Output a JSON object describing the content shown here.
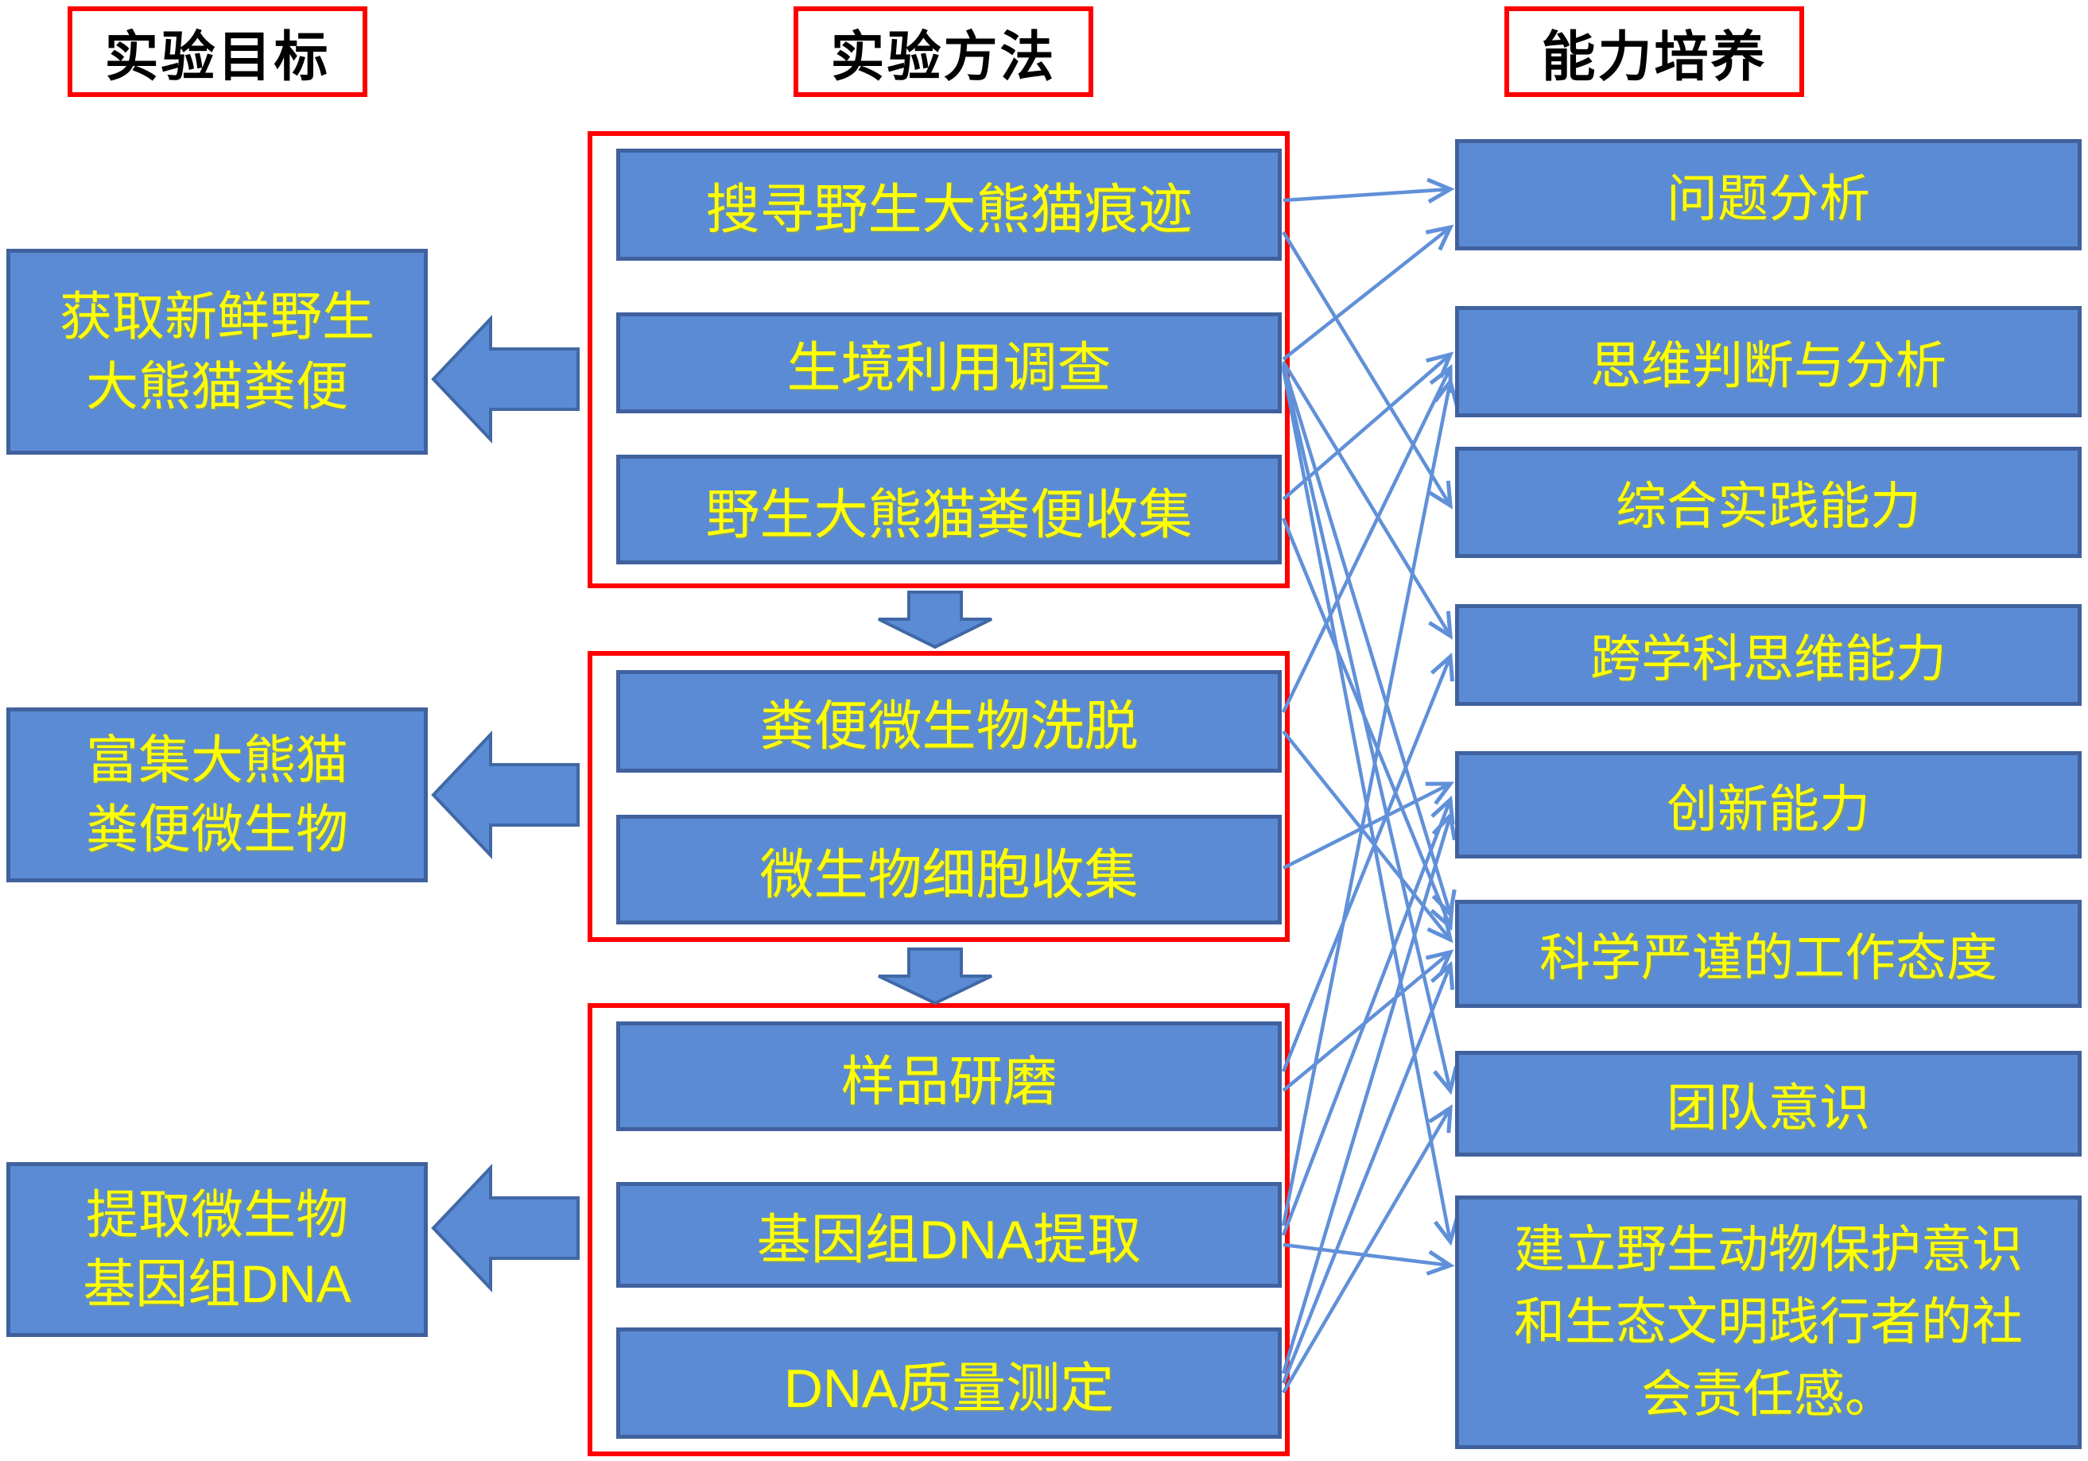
{
  "columns": {
    "goal_header": "实验目标",
    "method_header": "实验方法",
    "ability_header": "能力培养"
  },
  "goals": [
    {
      "line1": "获取新鲜野生",
      "line2": "大熊猫粪便"
    },
    {
      "line1": "富集大熊猫",
      "line2": "粪便微生物"
    },
    {
      "line1": "提取微生物",
      "line2": "基因组DNA"
    }
  ],
  "methods": {
    "group1": [
      "搜寻野生大熊猫痕迹",
      "生境利用调查",
      "野生大熊猫粪便收集"
    ],
    "group2": [
      "粪便微生物洗脱",
      "微生物细胞收集"
    ],
    "group3": [
      "样品研磨",
      "基因组DNA提取",
      "DNA质量测定"
    ]
  },
  "abilities": [
    "问题分析",
    "思维判断与分析",
    "综合实践能力",
    "跨学科思维能力",
    "创新能力",
    "科学严谨的工作态度",
    "团队意识",
    "建立野生动物保护意识和生态文明践行者的社会责任感。"
  ],
  "colors": {
    "box_fill": "#5B8BD5",
    "box_border": "#40619E",
    "text_yellow": "#FFFF00",
    "frame_red": "#FF0000",
    "connector_blue": "#6090D8",
    "header_text": "#000000"
  }
}
